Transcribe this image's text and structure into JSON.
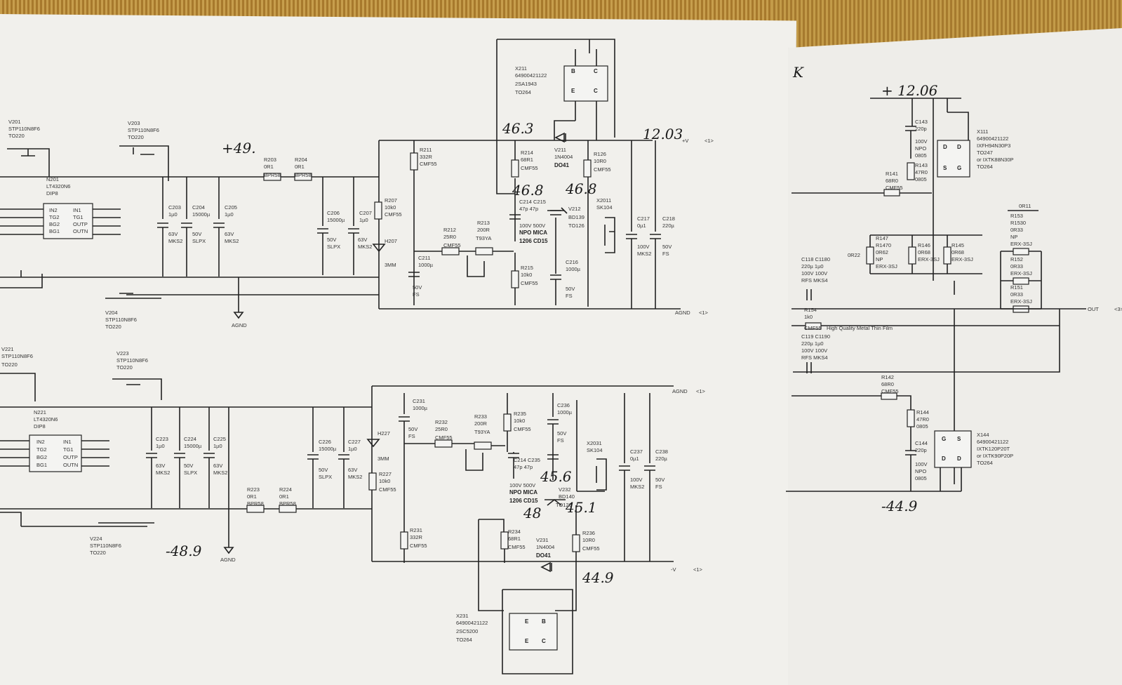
{
  "handwritten": {
    "top_rail": "+49.",
    "emitter_top": "46.3",
    "node_top_1": "46.8",
    "node_top_2": "46.8",
    "vplus": "12.03",
    "bottom_rail": "-48.9",
    "node_bot_1": "45.6",
    "node_bot_2": "45.1",
    "node_bot_3": "48",
    "vminus": "44.9",
    "right_plus": "+ 12.06",
    "right_minus": "-44.9",
    "right_corner": "K"
  },
  "top_section": {
    "v201": {
      "ref": "V201",
      "part": "STP110N8F6",
      "pkg": "TO220"
    },
    "v203": {
      "ref": "V203",
      "part": "STP110N8F6",
      "pkg": "TO220"
    },
    "v204": {
      "ref": "V204",
      "part": "STP110N8F6",
      "pkg": "TO220"
    },
    "n201": {
      "ref": "N201",
      "part": "LT4320N6",
      "pkg": "DIP8"
    },
    "ic_pins": [
      "IN2",
      "IN1",
      "TG2",
      "TG1",
      "BG2",
      "OUTP",
      "BG1",
      "OUTN"
    ],
    "r203": {
      "ref": "R203",
      "val": "0R1",
      "type": "BPR58"
    },
    "r204": {
      "ref": "R204",
      "val": "0R1",
      "type": "BPR58"
    },
    "c203": {
      "ref": "C203",
      "val": "1µ0",
      "v": "63V",
      "type": "MKS2"
    },
    "c204": {
      "ref": "C204",
      "val": "15000µ",
      "v": "50V",
      "type": "SLPX"
    },
    "c205": {
      "ref": "C205",
      "val": "1µ0",
      "v": "63V",
      "type": "MKS2"
    },
    "c206": {
      "ref": "C206",
      "val": "15000µ",
      "v": "50V",
      "type": "SLPX"
    },
    "c207": {
      "ref": "C207",
      "val": "1µ0",
      "v": "63V",
      "type": "MKS2"
    },
    "r207": {
      "ref": "R207",
      "val": "10k0",
      "type": "CMF55"
    },
    "h207": {
      "ref": "H207",
      "type": "3MM"
    },
    "r211": {
      "ref": "R211",
      "val": "332R",
      "type": "CMF55"
    },
    "c211": {
      "ref": "C211",
      "val": "1000µ",
      "v": "50V",
      "type": "FS"
    },
    "r212": {
      "ref": "R212",
      "val": "25R0",
      "type": "CMF55"
    },
    "r213": {
      "ref": "R213",
      "val": "200R",
      "type": "T93YA"
    },
    "r214": {
      "ref": "R214",
      "val": "68R1",
      "type": "CMF55"
    },
    "c214": {
      "ref": "C214 C215",
      "val": "47p  47p",
      "v": "100V 500V",
      "type": "NPO MICA",
      "pkg": "1206 CD15"
    },
    "r215": {
      "ref": "R215",
      "val": "10k0",
      "type": "CMF55"
    },
    "x211": {
      "ref": "X211",
      "part": "64900421122",
      "name": "2SA1943",
      "pkg": "TO264"
    },
    "v211": {
      "ref": "V211",
      "part": "1N4004",
      "pkg": "DO41"
    },
    "r126": {
      "ref": "R126",
      "val": "10R0",
      "type": "CMF55"
    },
    "v212": {
      "ref": "V212",
      "part": "BD139",
      "pkg": "TO126"
    },
    "c216": {
      "ref": "C216",
      "val": "1000µ",
      "v": "50V",
      "type": "FS"
    },
    "x2011": {
      "ref": "X2011",
      "part": "SK104"
    },
    "c217": {
      "ref": "C217",
      "val": "0µ1",
      "v": "100V",
      "type": "MKS2"
    },
    "c218": {
      "ref": "C218",
      "val": "220µ",
      "v": "50V",
      "type": "FS"
    },
    "agnd": "AGND",
    "net_vplus": "+V",
    "net_agnd": "AGND",
    "sheet_ref": "<1>"
  },
  "bottom_section": {
    "v221": {
      "ref": "V221",
      "part": "STP110N8F6",
      "pkg": "TO220"
    },
    "v223": {
      "ref": "V223",
      "part": "STP110N8F6",
      "pkg": "TO220"
    },
    "v224": {
      "ref": "V224",
      "part": "STP110N8F6",
      "pkg": "TO220"
    },
    "n221": {
      "ref": "N221",
      "part": "LT4320N6",
      "pkg": "DIP8"
    },
    "c223": {
      "ref": "C223",
      "val": "1µ0",
      "v": "63V",
      "type": "MKS2"
    },
    "c224": {
      "ref": "C224",
      "val": "15000µ",
      "v": "50V",
      "type": "SLPX"
    },
    "c225": {
      "ref": "C225",
      "val": "1µ0",
      "v": "63V",
      "type": "MKS2"
    },
    "r223": {
      "ref": "R223",
      "val": "0R1",
      "type": "BPR58"
    },
    "r224": {
      "ref": "R224",
      "val": "0R1",
      "type": "BPR58"
    },
    "c226": {
      "ref": "C226",
      "val": "15000µ",
      "v": "50V",
      "type": "SLPX"
    },
    "c227": {
      "ref": "C227",
      "val": "1µ0",
      "v": "63V",
      "type": "MKS2"
    },
    "h227": {
      "ref": "H227",
      "type": "3MM"
    },
    "r227": {
      "ref": "R227",
      "val": "10k0",
      "type": "CMF55"
    },
    "c231": {
      "ref": "C231",
      "val": "1000µ",
      "v": "50V",
      "type": "FS"
    },
    "r232": {
      "ref": "R232",
      "val": "25R0",
      "type": "CMF55"
    },
    "r233": {
      "ref": "R233",
      "val": "200R",
      "type": "T93YA"
    },
    "r235": {
      "ref": "R235",
      "val": "10k0",
      "type": "CMF55"
    },
    "c236": {
      "ref": "C236",
      "val": "1000µ",
      "v": "50V",
      "type": "FS"
    },
    "x2031": {
      "ref": "X2031",
      "part": "SK104"
    },
    "c237": {
      "ref": "C237",
      "val": "0µ1",
      "v": "100V",
      "type": "MKS2"
    },
    "c238": {
      "ref": "C238",
      "val": "220µ",
      "v": "50V",
      "type": "FS"
    },
    "c234": {
      "ref": "C214 C235",
      "val": "47p  47p",
      "v": "100V 500V",
      "type": "NPO MICA",
      "pkg": "1206 CD15"
    },
    "v232": {
      "ref": "V232",
      "part": "BD140",
      "pkg": "TO126"
    },
    "r231": {
      "ref": "R231",
      "val": "332R",
      "type": "CMF55"
    },
    "r234": {
      "ref": "R234",
      "val": "68R1",
      "type": "CMF55"
    },
    "v231": {
      "ref": "V231",
      "part": "1N4004",
      "pkg": "DO41"
    },
    "r236": {
      "ref": "R236",
      "val": "10R0",
      "type": "CMF55"
    },
    "x231": {
      "ref": "X231",
      "part": "64900421122",
      "name": "2SC5200",
      "pkg": "TO264"
    },
    "agnd": "AGND",
    "net_vminus": "-V",
    "net_agnd": "AGND",
    "sheet_ref": "<1>"
  },
  "right_section": {
    "c143": {
      "ref": "C143",
      "val": "220p",
      "v": "100V",
      "type": "NPO",
      "pkg": "0805"
    },
    "r143": {
      "ref": "R143",
      "val": "47R0",
      "pkg": "0805"
    },
    "x111": {
      "ref": "X111",
      "part": "64900421122",
      "name": "IXFH94N30P3",
      "pkg": "TO247",
      "alt": "or IXTK88N30P",
      "pkg2": "TO264"
    },
    "r141": {
      "ref": "R141",
      "val": "68R0",
      "type": "CMF55"
    },
    "r147": {
      "ref": "R147",
      "val": "R1470",
      "v2": "0R62",
      "np": "NP",
      "type": "ERX-3SJ"
    },
    "r146": {
      "ref": "R146",
      "val": "0R68",
      "type": "ERX-3SJ"
    },
    "r145": {
      "ref": "R145",
      "val": "0R68",
      "type": "ERX-3SJ"
    },
    "r22": "0R22",
    "r11": "0R11",
    "r153": {
      "ref": "R153",
      "val": "R1530",
      "v2": "0R33",
      "np": "NP",
      "type": "ERX-3SJ"
    },
    "r152": {
      "ref": "R152",
      "val": "0R33",
      "type": "ERX-3SJ"
    },
    "r151": {
      "ref": "R151",
      "val": "0R33",
      "type": "ERX-3SJ"
    },
    "c118": {
      "ref": "C118 C1180",
      "val": "220µ  1µ0",
      "v": "100V 100V",
      "type": "RFS  MKS4"
    },
    "r154": {
      "ref": "R154",
      "val": "1k0",
      "type": "CMF55",
      "note": "High Quality Metal Thin Film"
    },
    "c119": {
      "ref": "C119 C1190",
      "val": "220µ  1µ0",
      "v": "100V 100V",
      "type": "RFS  MKS4"
    },
    "out": "OUT",
    "out_ref": "<3>",
    "r142": {
      "ref": "R142",
      "val": "68R0",
      "type": "CMF55"
    },
    "r144": {
      "ref": "R144",
      "val": "47R0",
      "pkg": "0805"
    },
    "c144": {
      "ref": "C144",
      "val": "220p",
      "v": "100V",
      "type": "NPO",
      "pkg": "0805"
    },
    "x144": {
      "ref": "X144",
      "part": "64900421122",
      "name": "IXTK120P20T",
      "alt": "or IXTK90P20P",
      "pkg": "TO264"
    }
  }
}
